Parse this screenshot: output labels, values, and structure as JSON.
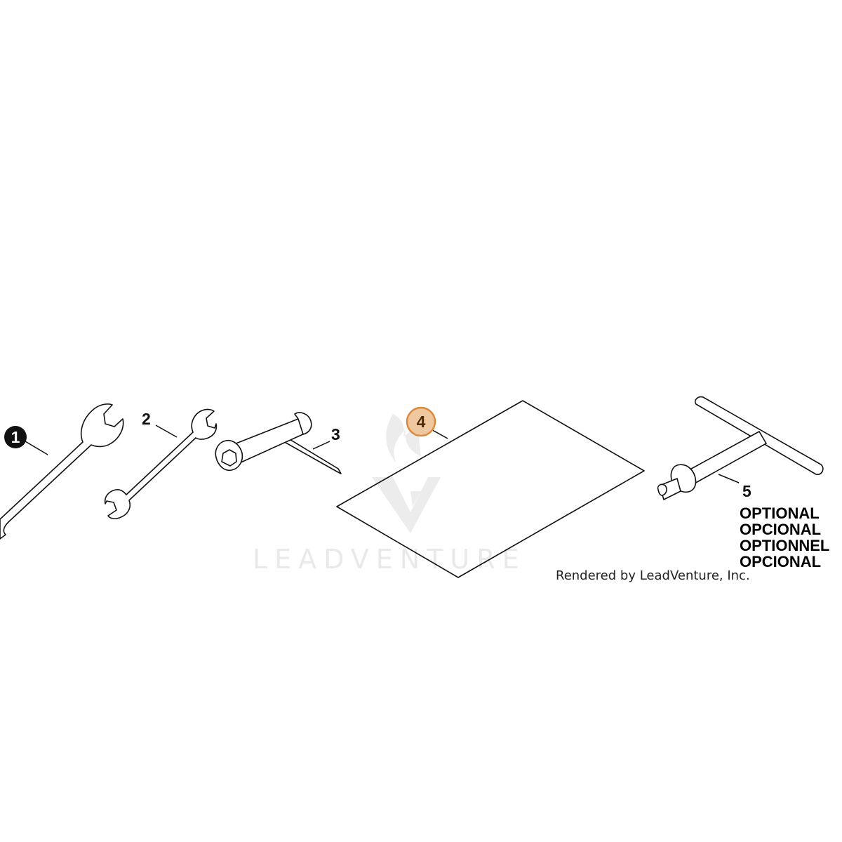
{
  "diagram": {
    "parts": [
      {
        "number": "1",
        "name": "open-end-wrench-large"
      },
      {
        "number": "2",
        "name": "open-end-wrench-small"
      },
      {
        "number": "3",
        "name": "spark-plug-wrench"
      },
      {
        "number": "4",
        "name": "manual-sheet",
        "highlighted": true
      },
      {
        "number": "5",
        "name": "t-handle-wrench"
      }
    ],
    "optional_labels": [
      "OPTIONAL",
      "OPCIONAL",
      "OPTIONNEL",
      "OPCIONAL"
    ],
    "credit": "Rendered by LeadVenture, Inc.",
    "watermark": {
      "text": "LEADVENTURE",
      "logo": "leadventure-flame-logo"
    },
    "colors": {
      "badge_dark": "#111111",
      "badge_highlight_fill": "#f0c8a0",
      "badge_highlight_stroke": "#d98a3e",
      "line": "#111111",
      "watermark": "#e9e9e9"
    }
  }
}
